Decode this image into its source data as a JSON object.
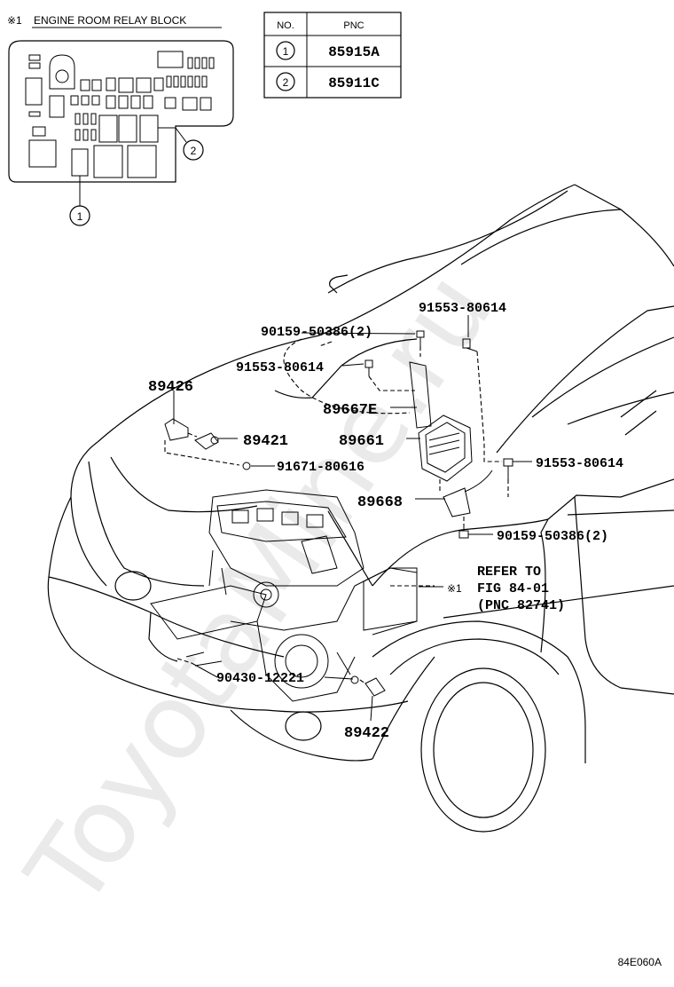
{
  "relay_block": {
    "title_mark": "※1",
    "title": "ENGINE ROOM RELAY BLOCK",
    "callout_1": "1",
    "callout_2": "2"
  },
  "pnc_table": {
    "col_no": "NO.",
    "col_pnc": "PNC",
    "rows": [
      {
        "no": "1",
        "pnc": "85915A"
      },
      {
        "no": "2",
        "pnc": "85911C"
      }
    ]
  },
  "parts": {
    "p_90159_top": "90159-50386(2)",
    "p_91553_top": "91553-80614",
    "p_91553_mid": "91553-80614",
    "p_89426": "89426",
    "p_89667E": "89667E",
    "p_89421": "89421",
    "p_89661": "89661",
    "p_91671": "91671-80616",
    "p_91553_right": "91553-80614",
    "p_89668": "89668",
    "p_90159_bottom": "90159-50386(2)",
    "p_90430": "90430-12221",
    "p_89422": "89422"
  },
  "refer": {
    "line1": "REFER TO",
    "mark": "※1",
    "line2": "FIG 84-01",
    "line3": "(PNC 82741)"
  },
  "figure_id": "84E060A",
  "watermark": "ToyotaMine.ru"
}
